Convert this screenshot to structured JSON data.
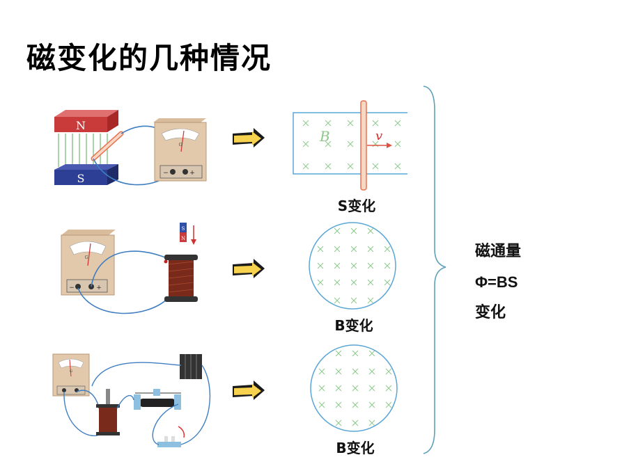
{
  "title": "磁变化的几种情况",
  "cases": [
    {
      "caption": "S变化",
      "apparatus": {
        "magnet_top_label": "N",
        "magnet_bottom_label": "S",
        "meter_label": "G",
        "meter_minus": "−",
        "meter_plus": "+"
      },
      "field_diagram": {
        "field_label": "B",
        "velocity_label": "v"
      }
    },
    {
      "caption": "B变化",
      "apparatus": {
        "magnet_top_label": "S",
        "magnet_bottom_label": "N",
        "meter_label": "G",
        "meter_minus": "−",
        "meter_plus": "+"
      }
    },
    {
      "caption": "B变化",
      "apparatus": {
        "meter_label": "G"
      }
    }
  ],
  "summary": {
    "line1": "磁通量",
    "line2": "Φ=BS",
    "line3": "变化"
  },
  "colors": {
    "field_cross": "#8cc88a",
    "loop_blue": "#5aa6d6",
    "rod_orange": "#e9704f",
    "arrow_yellow": "#f7d24f",
    "brace_blue": "#5fa0b8",
    "magnet_red": "#c93a3a",
    "magnet_blue": "#2c3f94"
  }
}
